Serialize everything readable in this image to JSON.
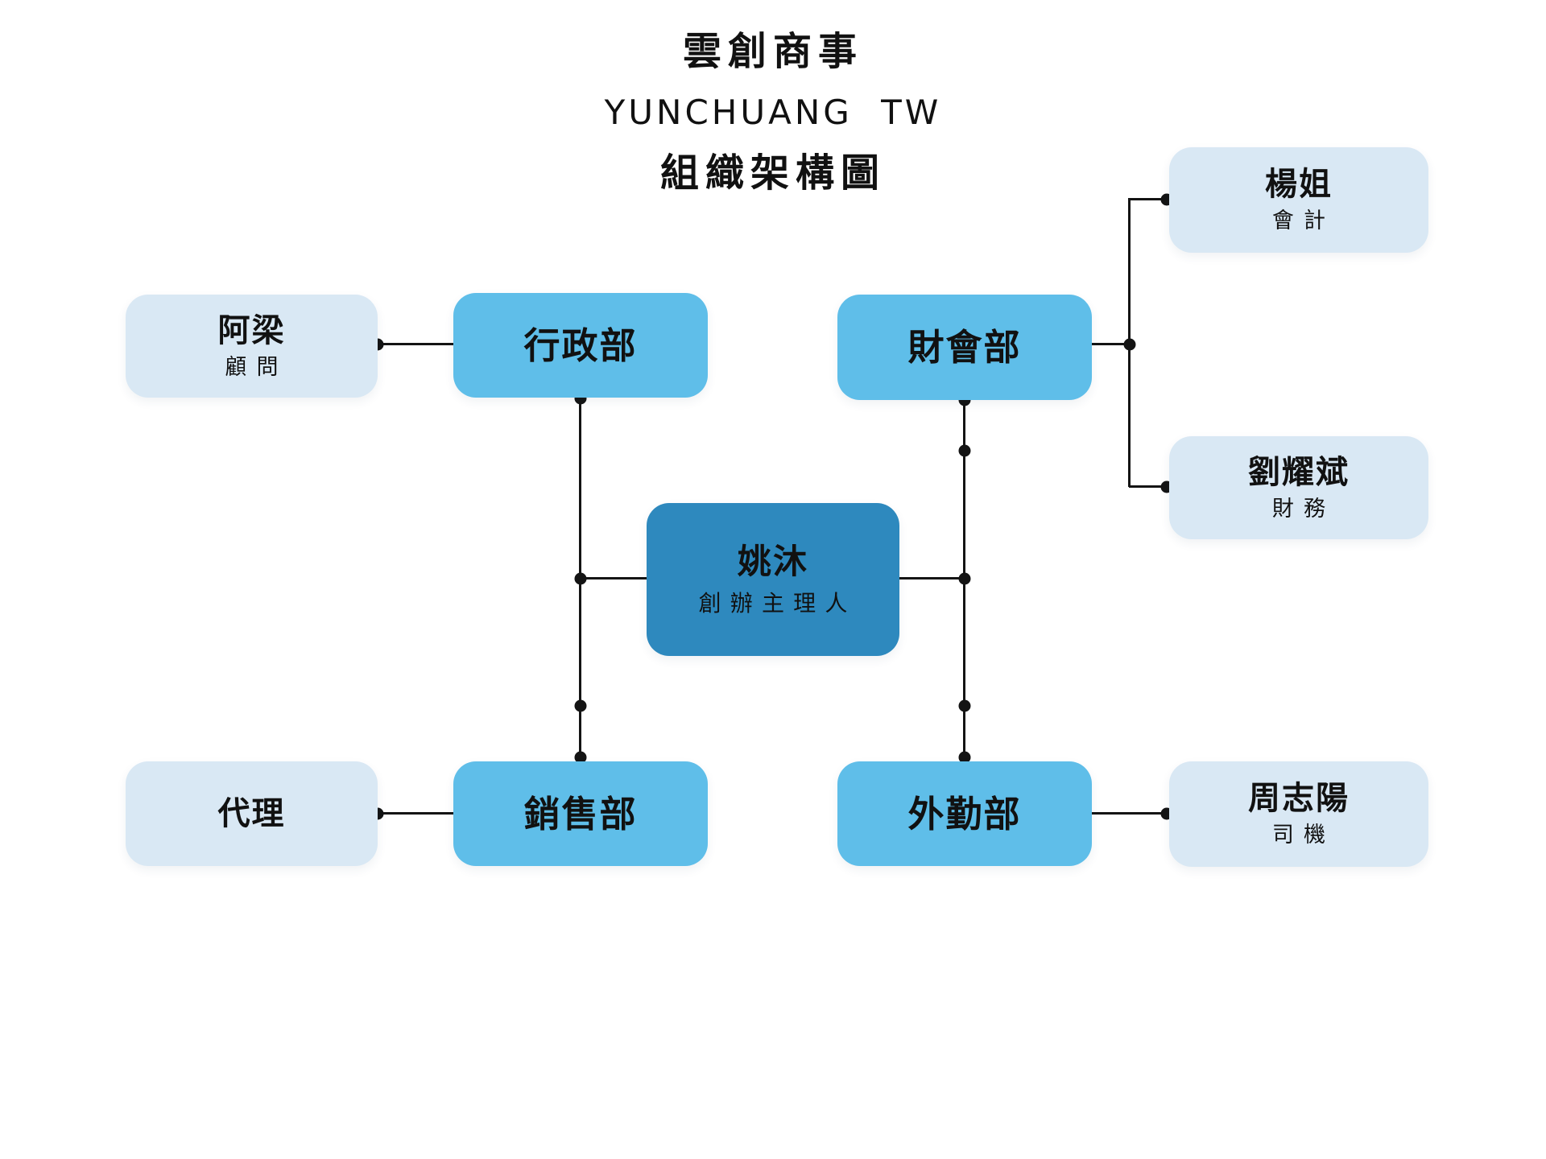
{
  "title": {
    "company_zh": "雲創商事",
    "company_en": "YUNCHUANG TW",
    "subtitle": "組織架構圖"
  },
  "colors": {
    "background": "#FFFFFF",
    "light_box": "#D9E8F4",
    "medium_box": "#5FBEE9",
    "dark_box": "#2E89BE",
    "connector": "#141414",
    "text": "#111111"
  },
  "nodes": {
    "yaomu": {
      "name": "姚沐",
      "role": "創辦主理人",
      "level": "founder"
    },
    "xingzheng": {
      "label": "行政部"
    },
    "caihui": {
      "label": "財會部"
    },
    "xiaoshou": {
      "label": "銷售部"
    },
    "waiqin": {
      "label": "外勤部"
    },
    "aliang": {
      "name": "阿梁",
      "role": "顧問"
    },
    "yangjie": {
      "name": "楊姐",
      "role": "會計"
    },
    "liuyaobin": {
      "name": "劉耀斌",
      "role": "財務"
    },
    "daili": {
      "label": "代理"
    },
    "zhouzhiyang": {
      "name": "周志陽",
      "role": "司機"
    }
  },
  "edges": [
    {
      "from": "姚沐",
      "to": "行政部"
    },
    {
      "from": "姚沐",
      "to": "財會部"
    },
    {
      "from": "姚沐",
      "to": "銷售部"
    },
    {
      "from": "姚沐",
      "to": "外勤部"
    },
    {
      "from": "行政部",
      "to": "阿梁"
    },
    {
      "from": "財會部",
      "to": "楊姐"
    },
    {
      "from": "財會部",
      "to": "劉耀斌"
    },
    {
      "from": "銷售部",
      "to": "代理"
    },
    {
      "from": "外勤部",
      "to": "周志陽"
    }
  ]
}
